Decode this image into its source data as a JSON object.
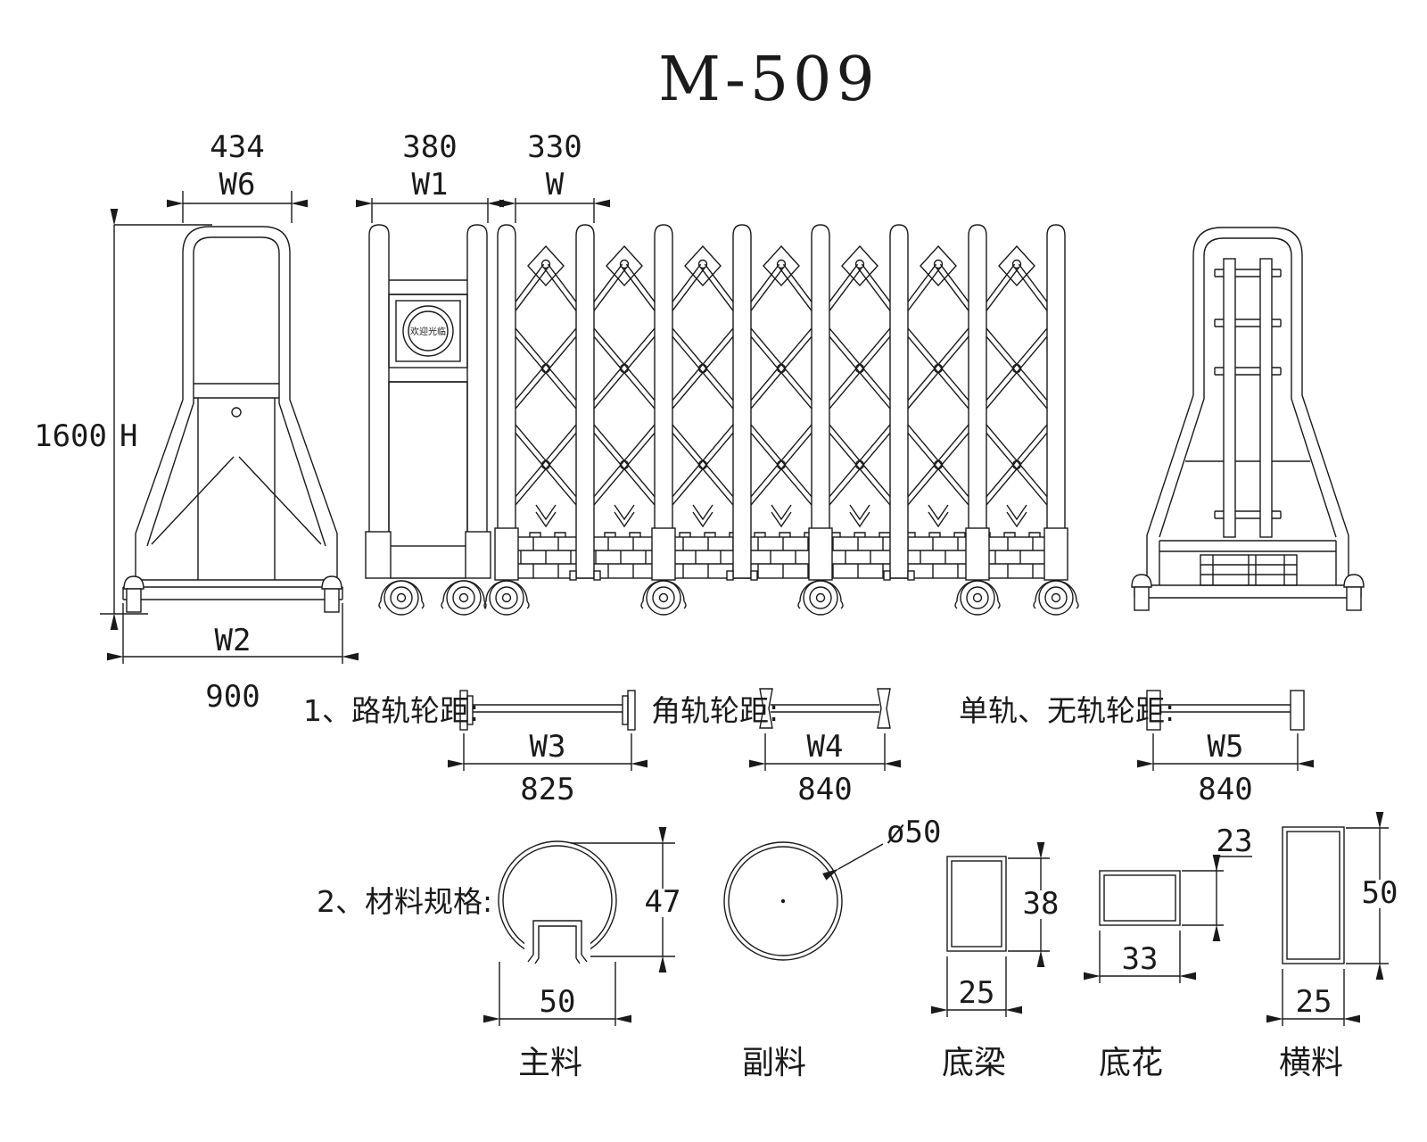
{
  "title": "M-509",
  "accent_color": "#58c8f2",
  "line_color": "#1a1a1a",
  "left_view": {
    "width_value": "434",
    "width_label": "W6",
    "height_value": "1600",
    "height_label": "H",
    "base_label": "W2",
    "base_value": "900"
  },
  "head_view": {
    "width_value": "380",
    "width_label": "W1",
    "logo_text": "欢迎光临"
  },
  "gate_view": {
    "pitch_value": "330",
    "pitch_label": "W"
  },
  "tracks": {
    "road_label": "1、路轨轮距:",
    "road_dim_label": "W3",
    "road_dim_value": "825",
    "angle_label": "角轨轮距:",
    "angle_dim_label": "W4",
    "angle_dim_value": "840",
    "single_label": "单轨、无轨轮距:",
    "single_dim_label": "W5",
    "single_dim_value": "840"
  },
  "materials": {
    "section_label": "2、材料规格:",
    "main": {
      "name": "主料",
      "height": "47",
      "width": "50"
    },
    "aux": {
      "name": "副料",
      "diameter": "ø50"
    },
    "bottom_beam": {
      "name": "底梁",
      "height": "38",
      "width": "25"
    },
    "bottom_flower": {
      "name": "底花",
      "height": "23",
      "width": "33"
    },
    "cross_rail": {
      "name": "横料",
      "height": "50",
      "width": "25"
    }
  }
}
